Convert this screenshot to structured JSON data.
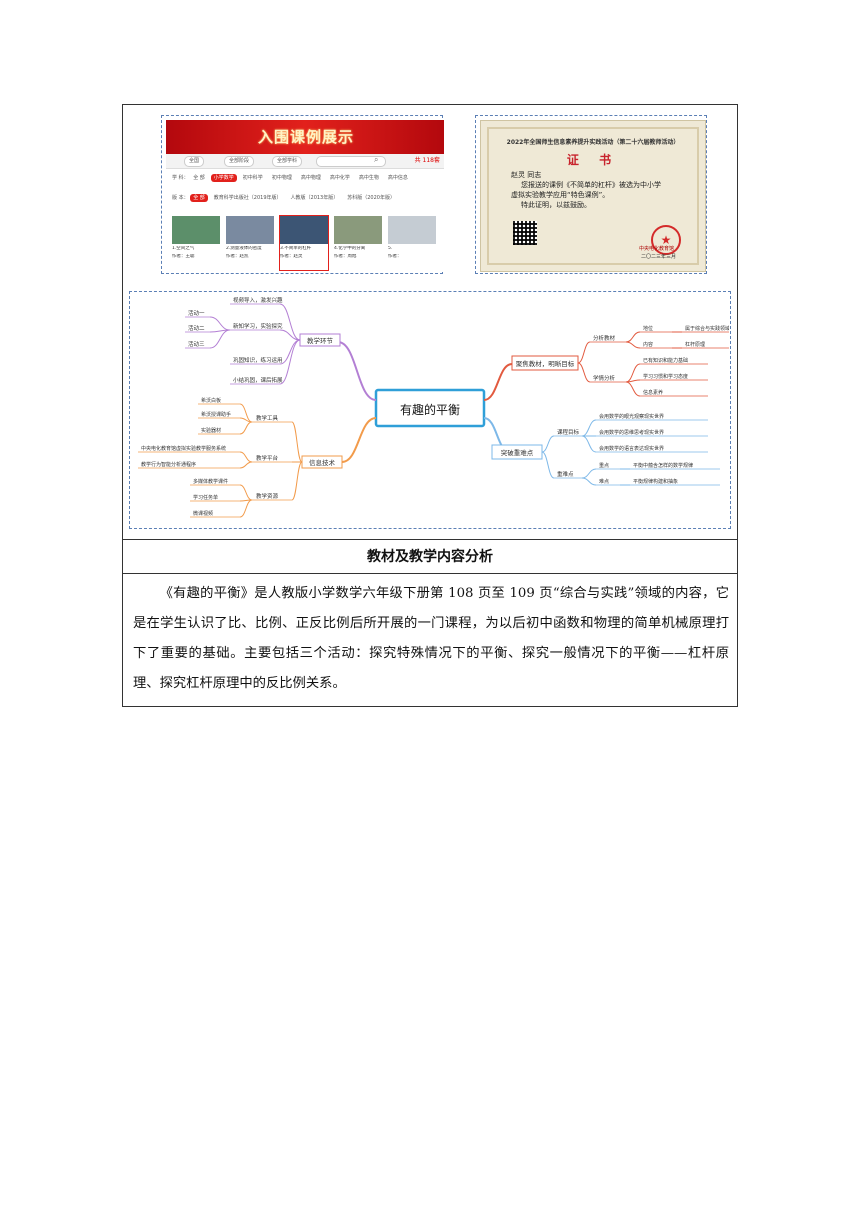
{
  "screenshot": {
    "banner_title": "入围课例展示",
    "search": {
      "region": "全国",
      "stage": "全部阶段",
      "subject": "全部学科",
      "count": "共 118套"
    },
    "filters": {
      "subject_label": "学 科：",
      "subjects": [
        "全 部",
        "小学数学",
        "初中科学",
        "初中物理",
        "高中物理",
        "高中化学",
        "高中生物",
        "高中信息"
      ],
      "version_label": "版 本：",
      "versions": [
        "全 部",
        "教育科学出版社（2019年版）",
        "人教版（2013年版）",
        "苏科版（2020年版）"
      ]
    },
    "cards": [
      {
        "title": "1.空间之气",
        "author": "作者：王聪"
      },
      {
        "title": "2.测量液体的密度",
        "author": "作者：赵凯"
      },
      {
        "title": "3.不简单的杠杆",
        "author": "作者：赵灵"
      },
      {
        "title": "4.化学中的分离",
        "author": "作者：周旭"
      },
      {
        "title": "5.",
        "author": "作者："
      }
    ]
  },
  "certificate": {
    "heading": "2022年全国师生信息素养提升实践活动（第二十六届教师活动）",
    "title": "证 书",
    "recipient": "赵灵  同志",
    "line1": "您报送的课例《不简单的杠杆》被选为中小学",
    "line2": "虚拟实验教学应用“特色课例”。",
    "line3": "特此证明，以兹鼓励。",
    "issuer": "中央电化教育馆",
    "date": "二〇二三年三月"
  },
  "mindmap": {
    "center": "有趣的平衡",
    "left": [
      {
        "label": "教学环节",
        "children": [
          {
            "label": "视频导入，激发兴趣",
            "children": []
          },
          {
            "label": "新知学习，实验探究",
            "children": [
              "活动一",
              "活动二",
              "活动三"
            ]
          },
          {
            "label": "巩固知识，练习运用",
            "children": []
          },
          {
            "label": "小结巩固，课后拓展",
            "children": []
          }
        ]
      },
      {
        "label": "信息技术",
        "children": [
          {
            "label": "教学工具",
            "children": [
              "希沃白板",
              "希沃授课助手",
              "实验器材"
            ]
          },
          {
            "label": "教学平台",
            "children": [
              "中央电化教育馆虚拟实验教学服务系统",
              "教学行为智能分析通程序"
            ]
          },
          {
            "label": "教学资源",
            "children": [
              "多媒体教学课件",
              "学习任务单",
              "微课视频"
            ]
          }
        ]
      }
    ],
    "right": [
      {
        "label": "聚焦教材，明晰目标",
        "children": [
          {
            "label": "分析教材",
            "children": [
              {
                "label": "地位",
                "leaf": "属于综合与实践领域"
              },
              {
                "label": "内容",
                "leaf": "杠杆原理"
              }
            ]
          },
          {
            "label": "学情分析",
            "children": [
              {
                "label": "已有知识和能力基础",
                "leaf": ""
              },
              {
                "label": "学习习惯和学习态度",
                "leaf": ""
              },
              {
                "label": "信息素养",
                "leaf": ""
              }
            ]
          }
        ]
      },
      {
        "label": "突破重难点",
        "children": [
          {
            "label": "课程目标",
            "children": [
              {
                "label": "会用数学的眼光观察现实世界",
                "leaf": ""
              },
              {
                "label": "会用数学的思维思考现实世界",
                "leaf": ""
              },
              {
                "label": "会用数学的语言表达现实世界",
                "leaf": ""
              }
            ]
          },
          {
            "label": "重难点",
            "children": [
              {
                "label": "重点",
                "leaf": "平衡中蕴含怎样的数学规律"
              },
              {
                "label": "难点",
                "leaf": "平衡规律构建和抽象"
              }
            ]
          }
        ]
      }
    ]
  },
  "section": {
    "heading": "教材及教学内容分析",
    "body": "《有趣的平衡》是人教版小学数学六年级下册第 108 页至 109 页“综合与实践”领域的内容，它是在学生认识了比、比例、正反比例后所开展的一门课程，为以后初中函数和物理的简单机械原理打下了重要的基础。主要包括三个活动：探究特殊情况下的平衡、探究一般情况下的平衡——杠杆原理、探究杠杆原理中的反比例关系。"
  }
}
